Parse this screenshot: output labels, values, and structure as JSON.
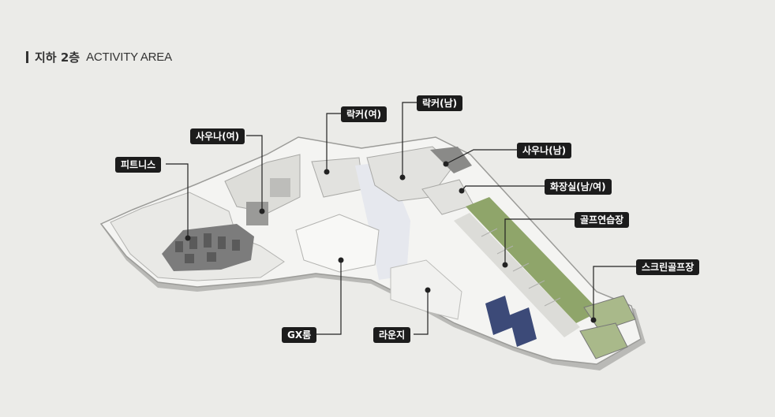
{
  "header": {
    "title_ko": "지하 2층",
    "title_en": "ACTIVITY AREA"
  },
  "labels": {
    "fitness": "피트니스",
    "sauna_f": "사우나(여)",
    "locker_f": "락커(여)",
    "locker_m": "락커(남)",
    "sauna_m": "사우나(남)",
    "restroom": "화장실(남/여)",
    "golf_range": "골프연습장",
    "screen_golf": "스크린골프장",
    "gx_room": "GX룸",
    "lounge": "라운지"
  },
  "colors": {
    "background": "#ebebe8",
    "label_bg": "#1c1c1c",
    "label_text": "#ffffff",
    "floor": "#f4f4f2",
    "wall": "#cfcfcc",
    "golf_turf": "#8fa56a",
    "screen_panel": "#3c4a78",
    "fitness_area": "#7c7c7c"
  }
}
